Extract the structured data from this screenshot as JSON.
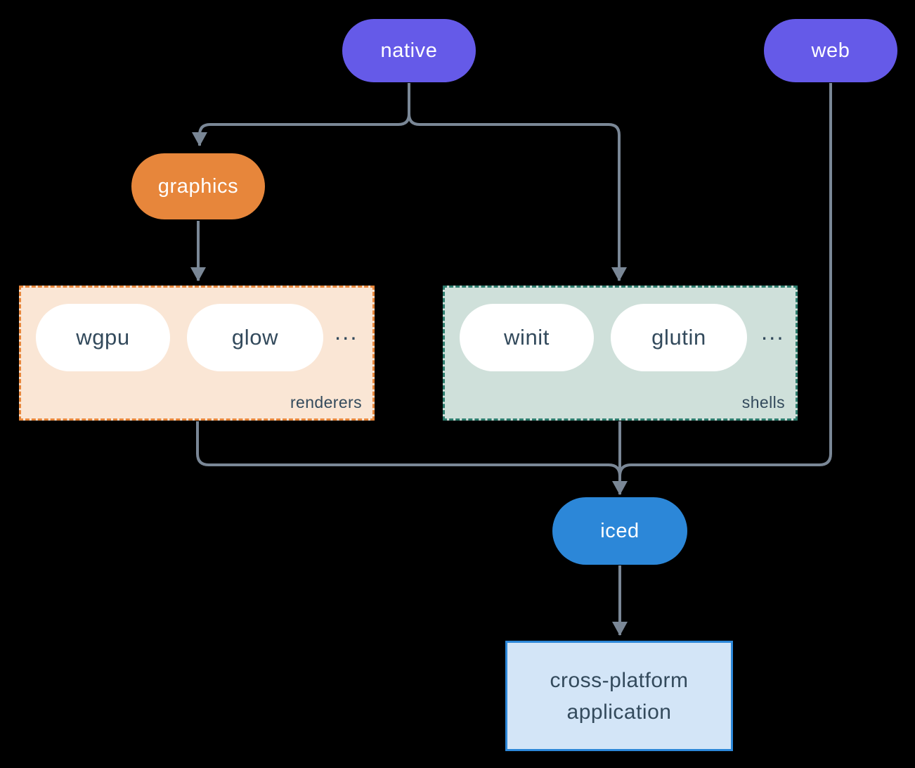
{
  "colors": {
    "background": "#000000",
    "connector": "#7A8796",
    "native_web_fill": "#655AE8",
    "graphics_fill": "#E7863B",
    "iced_fill": "#2C87D8",
    "renderers_fill": "#FAE6D5",
    "renderers_border": "#E7863B",
    "shells_fill": "#CFE0DA",
    "shells_border": "#2E7D6E",
    "application_fill": "#D3E5F7",
    "application_border": "#2C87D8",
    "dark_text": "#334A5C",
    "pill_text": "#FFFFFF"
  },
  "nodes": {
    "native": {
      "label": "native"
    },
    "web": {
      "label": "web"
    },
    "graphics": {
      "label": "graphics"
    },
    "iced": {
      "label": "iced"
    },
    "application": {
      "line1": "cross-platform",
      "line2": "application"
    }
  },
  "groups": {
    "renderers": {
      "label": "renderers",
      "items": [
        "wgpu",
        "glow"
      ],
      "ellipsis": "..."
    },
    "shells": {
      "label": "shells",
      "items": [
        "winit",
        "glutin"
      ],
      "ellipsis": "..."
    }
  },
  "edges": [
    {
      "from": "native",
      "to": "graphics"
    },
    {
      "from": "native",
      "to": "shells"
    },
    {
      "from": "graphics",
      "to": "renderers"
    },
    {
      "from": "renderers",
      "to": "iced"
    },
    {
      "from": "shells",
      "to": "iced"
    },
    {
      "from": "web",
      "to": "iced"
    },
    {
      "from": "iced",
      "to": "application"
    }
  ]
}
